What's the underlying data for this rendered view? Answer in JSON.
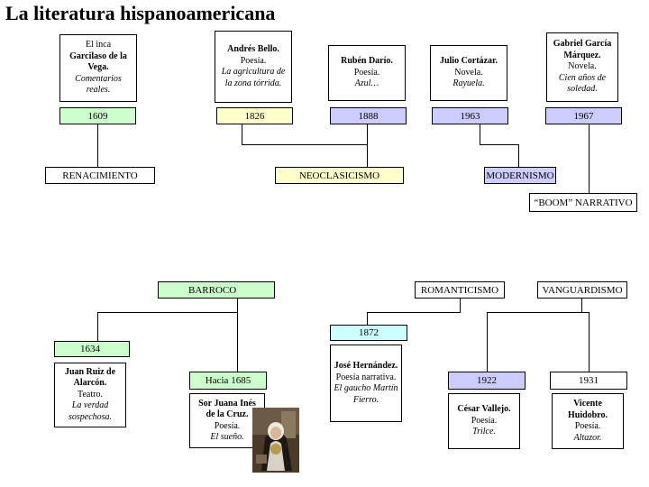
{
  "title": "La literatura hispanoamericana",
  "top": {
    "inca": {
      "line1": "El inca",
      "name": "Garcilaso de la Vega.",
      "work": "Comentarios reales.",
      "year": "1609"
    },
    "bello": {
      "name": "Andrés Bello.",
      "genre": "Poesía.",
      "work": "La agricultura de la zona tórrida.",
      "year": "1826"
    },
    "dario": {
      "name": "Rubén Darío.",
      "genre": "Poesía.",
      "work": "Azul…",
      "year": "1888"
    },
    "cortazar": {
      "name": "Julio Cortázar.",
      "genre": "Novela.",
      "work": "Rayuela.",
      "year": "1963"
    },
    "garcia": {
      "name": "Gabriel García Márquez.",
      "genre": "Novela.",
      "work": "Cien años de soledad.",
      "year": "1967"
    }
  },
  "movements": {
    "renacimiento": "RENACIMIENTO",
    "neoclasicismo": "NEOCLASICISMO",
    "modernismo": "MODERNISMO",
    "boom": "“BOOM” NARRATIVO",
    "barroco": "BARROCO",
    "romanticismo": "ROMANTICISMO",
    "vanguardismo": "VANGUARDISMO"
  },
  "bottom": {
    "alarcon": {
      "year": "1634",
      "name": "Juan Ruiz de Alarcón.",
      "genre": "Teatro.",
      "work": "La verdad sospechosa."
    },
    "sorjuana": {
      "year": "Hacia 1685",
      "name": "Sor Juana Inés de la Cruz.",
      "genre": "Poesía.",
      "work": "El sueño."
    },
    "hernandez": {
      "year": "1872",
      "name": "José Hernández.",
      "genre": "Poesía narrativa.",
      "work": "El gaucho Martín Fierro."
    },
    "vallejo": {
      "year": "1922",
      "name": "César Vallejo.",
      "genre": "Poesía.",
      "work": "Trilce."
    },
    "huidobro": {
      "year": "1931",
      "name": "Vicente Huidobro.",
      "genre": "Poesía.",
      "work": "Altazor."
    }
  }
}
